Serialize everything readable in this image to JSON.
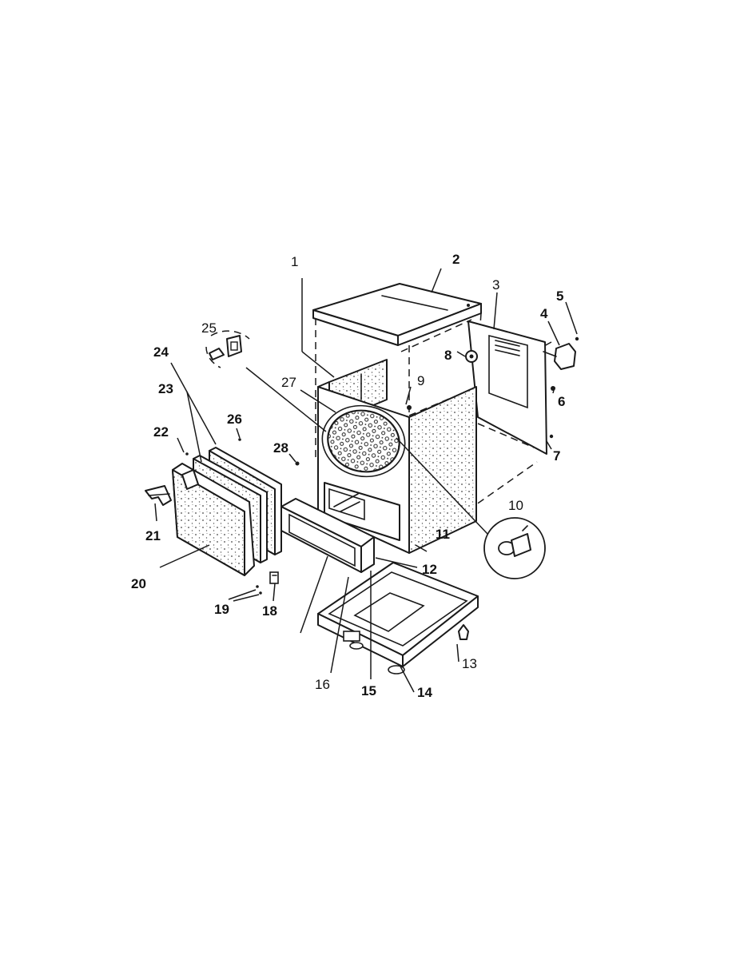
{
  "diagram": {
    "callouts": [
      {
        "id": "1",
        "text": "1"
      },
      {
        "id": "2",
        "text": "2"
      },
      {
        "id": "3",
        "text": "3"
      },
      {
        "id": "4",
        "text": "4"
      },
      {
        "id": "5",
        "text": "5"
      },
      {
        "id": "6",
        "text": "6"
      },
      {
        "id": "7",
        "text": "7"
      },
      {
        "id": "8",
        "text": "8"
      },
      {
        "id": "9",
        "text": "9"
      },
      {
        "id": "10",
        "text": "10"
      },
      {
        "id": "11",
        "text": "11"
      },
      {
        "id": "12",
        "text": "12"
      },
      {
        "id": "13",
        "text": "13"
      },
      {
        "id": "14",
        "text": "14"
      },
      {
        "id": "15",
        "text": "15"
      },
      {
        "id": "16",
        "text": "16"
      },
      {
        "id": "18",
        "text": "18"
      },
      {
        "id": "19",
        "text": "19"
      },
      {
        "id": "20",
        "text": "20"
      },
      {
        "id": "21",
        "text": "21"
      },
      {
        "id": "22",
        "text": "22"
      },
      {
        "id": "23",
        "text": "23"
      },
      {
        "id": "24",
        "text": "24"
      },
      {
        "id": "25",
        "text": "25"
      },
      {
        "id": "26",
        "text": "26"
      },
      {
        "id": "27",
        "text": "27"
      },
      {
        "id": "28",
        "text": "28"
      }
    ]
  }
}
